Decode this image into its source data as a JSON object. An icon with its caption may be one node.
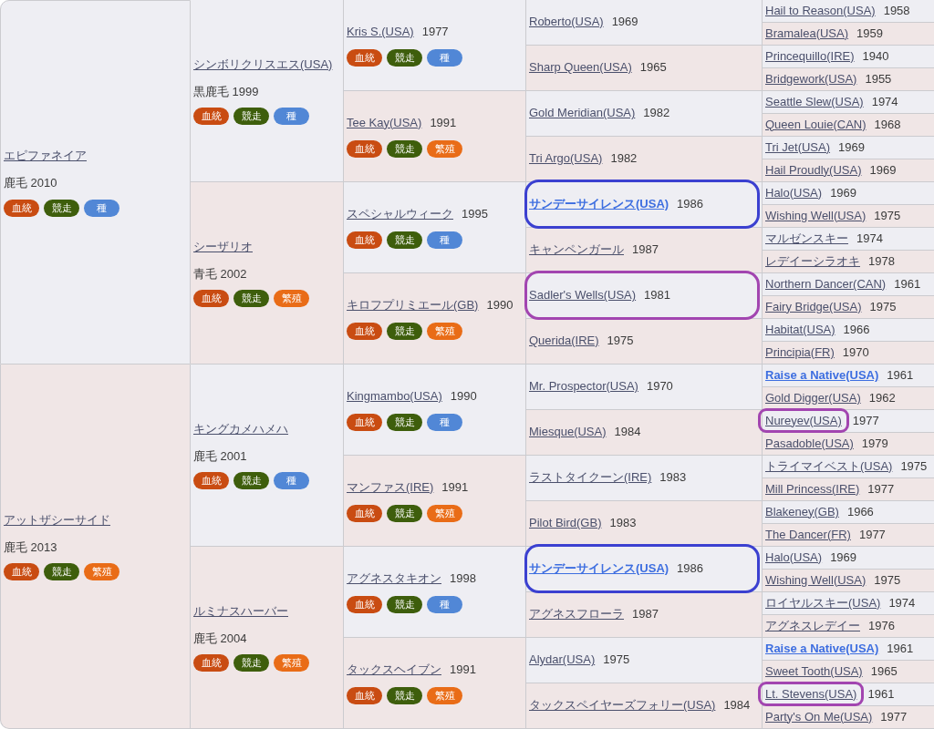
{
  "diagram": {
    "nodes": [
      {
        "text": [
          "エピファネイア",
          "鹿毛 2010"
        ]
      },
      {
        "text": [
          "血統"
        ],
        "in": 0
      },
      {
        "text": [
          "競走"
        ],
        "in": 0
      },
      {
        "text": [
          "種"
        ],
        "in": 0
      },
      {
        "text": [
          "シンボリクリスエス(USA)",
          "黒鹿毛 1999"
        ]
      },
      {
        "text": [
          "血統"
        ],
        "in": 4
      },
      {
        "text": [
          "競走"
        ],
        "in": 4
      },
      {
        "text": [
          "種"
        ],
        "in": 4
      },
      {
        "text": [
          "Kris S.(USA)",
          "1977"
        ]
      },
      {
        "text": [
          "血統"
        ],
        "in": 8
      },
      {
        "text": [
          "競走"
        ],
        "in": 8
      },
      {
        "text": [
          "種"
        ],
        "in": 8
      },
      {
        "text": [
          "Roberto(USA)",
          "1969"
        ]
      },
      {
        "text": [
          "Hail to Reason(USA)",
          "1958"
        ]
      },
      {
        "text": [
          "Bramalea(USA)",
          "1959"
        ]
      },
      {
        "text": [
          "Sharp Queen(USA)",
          "1965"
        ]
      },
      {
        "text": [
          "Princequillo(IRE)",
          "1940"
        ]
      },
      {
        "text": [
          "Bridgework(USA)",
          "1955"
        ]
      },
      {
        "text": [
          "Tee Kay(USA)",
          "1991"
        ]
      },
      {
        "text": [
          "血統"
        ],
        "in": 18
      },
      {
        "text": [
          "競走"
        ],
        "in": 18
      },
      {
        "text": [
          "繁殖"
        ],
        "in": 18
      },
      {
        "text": [
          "Gold Meridian(USA)",
          "1982"
        ]
      },
      {
        "text": [
          "Seattle Slew(USA)",
          "1974"
        ]
      },
      {
        "text": [
          "Queen Louie(CAN)",
          "1968"
        ]
      },
      {
        "text": [
          "Tri Argo(USA)",
          "1982"
        ]
      },
      {
        "text": [
          "Tri Jet(USA)",
          "1969"
        ]
      },
      {
        "text": [
          "Hail Proudly(USA)",
          "1969"
        ]
      },
      {
        "text": [
          "シーザリオ",
          "青毛 2002"
        ]
      },
      {
        "text": [
          "血統"
        ],
        "in": 28
      },
      {
        "text": [
          "競走"
        ],
        "in": 28
      },
      {
        "text": [
          "繁殖"
        ],
        "in": 28
      },
      {
        "text": [
          "スペシャルウィーク",
          "1995"
        ]
      },
      {
        "text": [
          "血統"
        ],
        "in": 32
      },
      {
        "text": [
          "競走"
        ],
        "in": 32
      },
      {
        "text": [
          "種"
        ],
        "in": 32
      },
      {
        "text": [
          "サンデーサイレンス(USA)",
          "1986"
        ]
      },
      {
        "text": [
          "Halo(USA)",
          "1969"
        ]
      },
      {
        "text": [
          "Wishing Well(USA)",
          "1975"
        ]
      },
      {
        "text": [
          "キャンペンガール",
          "1987"
        ]
      },
      {
        "text": [
          "マルゼンスキー",
          "1974"
        ]
      },
      {
        "text": [
          "レデイーシラオキ",
          "1978"
        ]
      },
      {
        "text": [
          "キロフプリミエール(GB)",
          "1990"
        ]
      },
      {
        "text": [
          "血統"
        ],
        "in": 42
      },
      {
        "text": [
          "競走"
        ],
        "in": 42
      },
      {
        "text": [
          "繁殖"
        ],
        "in": 42
      },
      {
        "text": [
          "Sadler's Wells(USA)",
          "1981"
        ]
      },
      {
        "text": [
          "Northern Dancer(CAN)",
          "1961"
        ]
      },
      {
        "text": [
          "Fairy Bridge(USA)",
          "1975"
        ]
      },
      {
        "text": [
          "Querida(IRE)",
          "1975"
        ]
      },
      {
        "text": [
          "Habitat(USA)",
          "1966"
        ]
      },
      {
        "text": [
          "Principia(FR)",
          "1970"
        ]
      },
      {
        "text": [
          "アットザシーサイド",
          "鹿毛 2013"
        ]
      },
      {
        "text": [
          "血統"
        ],
        "in": 52
      },
      {
        "text": [
          "競走"
        ],
        "in": 52
      },
      {
        "text": [
          "繁殖"
        ],
        "in": 52
      },
      {
        "text": [
          "キングカメハメハ",
          "鹿毛 2001"
        ]
      },
      {
        "text": [
          "血統"
        ],
        "in": 56
      },
      {
        "text": [
          "競走"
        ],
        "in": 56
      },
      {
        "text": [
          "種"
        ],
        "in": 56
      },
      {
        "text": [
          "Kingmambo(USA)",
          "1990"
        ]
      },
      {
        "text": [
          "血統"
        ],
        "in": 60
      },
      {
        "text": [
          "競走"
        ],
        "in": 60
      },
      {
        "text": [
          "種"
        ],
        "in": 60
      },
      {
        "text": [
          "Mr. Prospector(USA)",
          "1970"
        ]
      },
      {
        "text": [
          "Raise a Native(USA)",
          "1961"
        ]
      },
      {
        "text": [
          "Gold Digger(USA)",
          "1962"
        ]
      },
      {
        "text": [
          "Miesque(USA)",
          "1984"
        ]
      },
      {
        "text": [
          "Nureyev(USA)",
          "1977"
        ]
      },
      {
        "text": [
          "Pasadoble(USA)",
          "1979"
        ]
      },
      {
        "text": [
          "マンファス(IRE)",
          "1991"
        ]
      },
      {
        "text": [
          "血統"
        ],
        "in": 70
      },
      {
        "text": [
          "競走"
        ],
        "in": 70
      },
      {
        "text": [
          "繁殖"
        ],
        "in": 70
      },
      {
        "text": [
          "ラストタイクーン(IRE)",
          "1983"
        ]
      },
      {
        "text": [
          "トライマイベスト(USA)",
          "1975"
        ]
      },
      {
        "text": [
          "Mill Princess(IRE)",
          "1977"
        ]
      },
      {
        "text": [
          "Pilot Bird(GB)",
          "1983"
        ]
      },
      {
        "text": [
          "Blakeney(GB)",
          "1966"
        ]
      },
      {
        "text": [
          "The Dancer(FR)",
          "1977"
        ]
      },
      {
        "text": [
          "ルミナスハーバー",
          "鹿毛 2004"
        ]
      },
      {
        "text": [
          "血統"
        ],
        "in": 80
      },
      {
        "text": [
          "競走"
        ],
        "in": 80
      },
      {
        "text": [
          "繁殖"
        ],
        "in": 80
      },
      {
        "text": [
          "アグネスタキオン",
          "1998"
        ]
      },
      {
        "text": [
          "血統"
        ],
        "in": 84
      },
      {
        "text": [
          "競走"
        ],
        "in": 84
      },
      {
        "text": [
          "種"
        ],
        "in": 84
      },
      {
        "text": [
          "サンデーサイレンス(USA)",
          "1986"
        ]
      },
      {
        "text": [
          "Halo(USA)",
          "1969"
        ]
      },
      {
        "text": [
          "Wishing Well(USA)",
          "1975"
        ]
      },
      {
        "text": [
          "アグネスフローラ",
          "1987"
        ]
      },
      {
        "text": [
          "ロイヤルスキー(USA)",
          "1974"
        ]
      },
      {
        "text": [
          "アグネスレデイー",
          "1976"
        ]
      },
      {
        "text": [
          "タックスヘイブン",
          "1991"
        ]
      },
      {
        "text": [
          "血統"
        ],
        "in": 94
      },
      {
        "text": [
          "競走"
        ],
        "in": 94
      },
      {
        "text": [
          "繁殖"
        ],
        "in": 94
      },
      {
        "text": [
          "Alydar(USA)",
          "1975"
        ]
      },
      {
        "text": [
          "Raise a Native(USA)",
          "1961"
        ]
      },
      {
        "text": [
          "Sweet Tooth(USA)",
          "1965"
        ]
      },
      {
        "text": [
          "タックスペイヤーズフォリー(USA)",
          "1984"
        ]
      },
      {
        "text": [
          "Lt. Stevens(USA)",
          "1961"
        ]
      },
      {
        "text": [
          "Party's On Me(USA)",
          "1977"
        ]
      }
    ]
  }
}
